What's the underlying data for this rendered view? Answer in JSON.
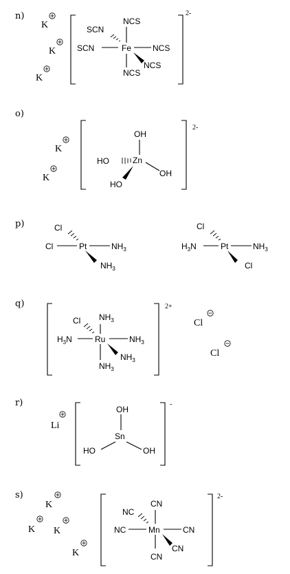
{
  "panels": [
    {
      "id": "n",
      "label": "n)",
      "cations": [
        "K",
        "K",
        "K"
      ],
      "cation_charge": "+",
      "center": "Fe",
      "ligands": [
        "SCN",
        "NCS",
        "SCN",
        "NCS",
        "NCS",
        "NCS"
      ],
      "complex_charge": "2-"
    },
    {
      "id": "o",
      "label": "o)",
      "cations": [
        "K",
        "K"
      ],
      "cation_charge": "+",
      "center": "Zn",
      "ligands": [
        "OH",
        "HO",
        "OH",
        "HO"
      ],
      "complex_charge": "2-"
    },
    {
      "id": "p",
      "label": "p)",
      "complexes": [
        {
          "center": "Pt",
          "ligands": [
            "Cl",
            "Cl",
            "NH3",
            "NH3"
          ]
        },
        {
          "center": "Pt",
          "ligands": [
            "Cl",
            "H3N",
            "NH3",
            "Cl"
          ]
        }
      ]
    },
    {
      "id": "q",
      "label": "q)",
      "center": "Ru",
      "ligands": [
        "NH3",
        "Cl",
        "H3N",
        "NH3",
        "NH3",
        "NH3"
      ],
      "complex_charge": "2+",
      "anions": [
        "Cl",
        "Cl"
      ],
      "anion_charge": "−"
    },
    {
      "id": "r",
      "label": "r)",
      "cations": [
        "Li"
      ],
      "cation_charge": "+",
      "center": "Sn",
      "ligands": [
        "OH",
        "HO",
        "OH"
      ],
      "complex_charge": "-"
    },
    {
      "id": "s",
      "label": "s)",
      "cations": [
        "K",
        "K",
        "K",
        "K"
      ],
      "cation_charge": "+",
      "center": "Mn",
      "ligands": [
        "CN",
        "NC",
        "NC",
        "CN",
        "CN",
        "CN"
      ],
      "complex_charge": "2-"
    }
  ]
}
